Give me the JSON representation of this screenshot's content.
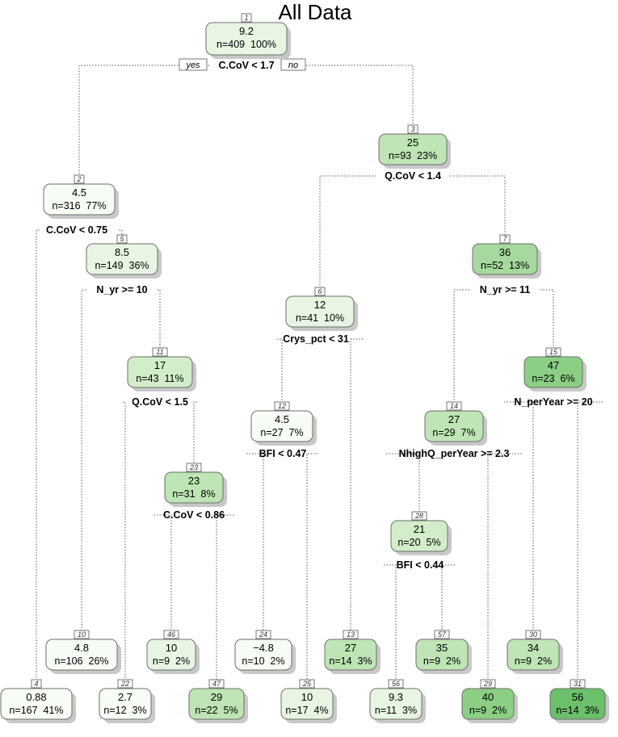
{
  "title": "All Data",
  "branch_labels": {
    "yes": "yes",
    "no": "no"
  },
  "colors": {
    "fill_scale": [
      "#f7fcf5",
      "#e7f5e2",
      "#d2edca",
      "#bfe4b5",
      "#a6d99d",
      "#8ccf84",
      "#6cbf6b"
    ],
    "edge": "#6e6e6e"
  },
  "nodes": [
    {
      "id": "1",
      "value": "9.2",
      "count": "n=409  100%",
      "split": "C.CoV < 1.7",
      "shade": 1
    },
    {
      "id": "2",
      "value": "4.5",
      "count": "n=316  77%",
      "split": "C.CoV < 0.75",
      "shade": 0
    },
    {
      "id": "3",
      "value": "25",
      "count": "n=93  23%",
      "split": "Q.CoV < 1.4",
      "shade": 3
    },
    {
      "id": "4",
      "value": "0.88",
      "count": "n=167  41%",
      "split": "",
      "shade": 0
    },
    {
      "id": "5",
      "value": "8.5",
      "count": "n=149  36%",
      "split": "N_yr >= 10",
      "shade": 1
    },
    {
      "id": "6",
      "value": "12",
      "count": "n=41  10%",
      "split": "Crys_pct < 31",
      "shade": 1
    },
    {
      "id": "7",
      "value": "36",
      "count": "n=52  13%",
      "split": "N_yr >= 11",
      "shade": 4
    },
    {
      "id": "10",
      "value": "4.8",
      "count": "n=106  26%",
      "split": "",
      "shade": 0
    },
    {
      "id": "11",
      "value": "17",
      "count": "n=43  11%",
      "split": "Q.CoV < 1.5",
      "shade": 2
    },
    {
      "id": "12",
      "value": "4.5",
      "count": "n=27  7%",
      "split": "BFI < 0.47",
      "shade": 0
    },
    {
      "id": "13",
      "value": "27",
      "count": "n=14  3%",
      "split": "",
      "shade": 3
    },
    {
      "id": "14",
      "value": "27",
      "count": "n=29  7%",
      "split": "NhighQ_perYear >= 2.3",
      "shade": 3
    },
    {
      "id": "15",
      "value": "47",
      "count": "n=23  6%",
      "split": "N_perYear >= 20",
      "shade": 5
    },
    {
      "id": "22",
      "value": "2.7",
      "count": "n=12  3%",
      "split": "",
      "shade": 0
    },
    {
      "id": "23",
      "value": "23",
      "count": "n=31  8%",
      "split": "C.CoV < 0.86",
      "shade": 3
    },
    {
      "id": "24",
      "value": "−4.8",
      "count": "n=10  2%",
      "split": "",
      "shade": 0
    },
    {
      "id": "25",
      "value": "10",
      "count": "n=17  4%",
      "split": "",
      "shade": 1
    },
    {
      "id": "28",
      "value": "21",
      "count": "n=20  5%",
      "split": "BFI < 0.44",
      "shade": 2
    },
    {
      "id": "29",
      "value": "40",
      "count": "n=9  2%",
      "split": "",
      "shade": 5
    },
    {
      "id": "30",
      "value": "34",
      "count": "n=9  2%",
      "split": "",
      "shade": 3
    },
    {
      "id": "31",
      "value": "56",
      "count": "n=14  3%",
      "split": "",
      "shade": 6
    },
    {
      "id": "46",
      "value": "10",
      "count": "n=9  2%",
      "split": "",
      "shade": 1
    },
    {
      "id": "47",
      "value": "29",
      "count": "n=22  5%",
      "split": "",
      "shade": 3
    },
    {
      "id": "56",
      "value": "9.3",
      "count": "n=11  3%",
      "split": "",
      "shade": 1
    },
    {
      "id": "57",
      "value": "35",
      "count": "n=9  2%",
      "split": "",
      "shade": 3
    }
  ]
}
